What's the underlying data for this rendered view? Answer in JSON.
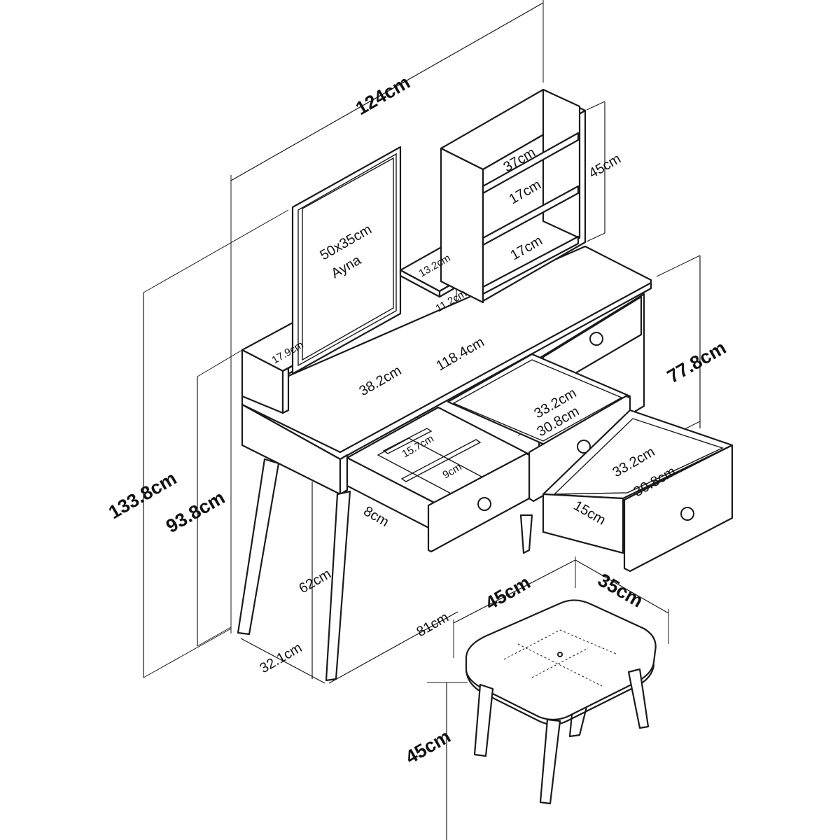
{
  "labels": {
    "overall_width": "124cm",
    "overall_height": "133.8cm",
    "table_height": "93.8cm",
    "body_height": "77.8cm",
    "hutch_height": "45cm",
    "hutch_shelf_width": "37cm",
    "hutch_shelf_gap_1": "17cm",
    "hutch_shelf_gap_2": "17cm",
    "mirror_size": "50x35cm",
    "mirror_name": "Ayna",
    "small_shelf_width": "13.2cm",
    "small_shelf_gap": "11.2cm",
    "side_compartment": "17.9cm",
    "top_width": "118.4cm",
    "top_depth": "38.2cm",
    "drawer_inner_depth": "33.2cm",
    "drawer_inner_width": "30.8cm",
    "right_drawer_depth": "33.2cm",
    "right_drawer_width": "30.8cm",
    "drawer_height_right": "15cm",
    "organizer_cell_1": "15.7cm",
    "organizer_cell_2": "9cm",
    "drawer_height_left": "8cm",
    "leg_height": "62cm",
    "leg_span_width": "81cm",
    "leg_span_depth": "32.1cm",
    "stool_width": "45cm",
    "stool_depth": "35cm",
    "stool_height": "45cm"
  }
}
